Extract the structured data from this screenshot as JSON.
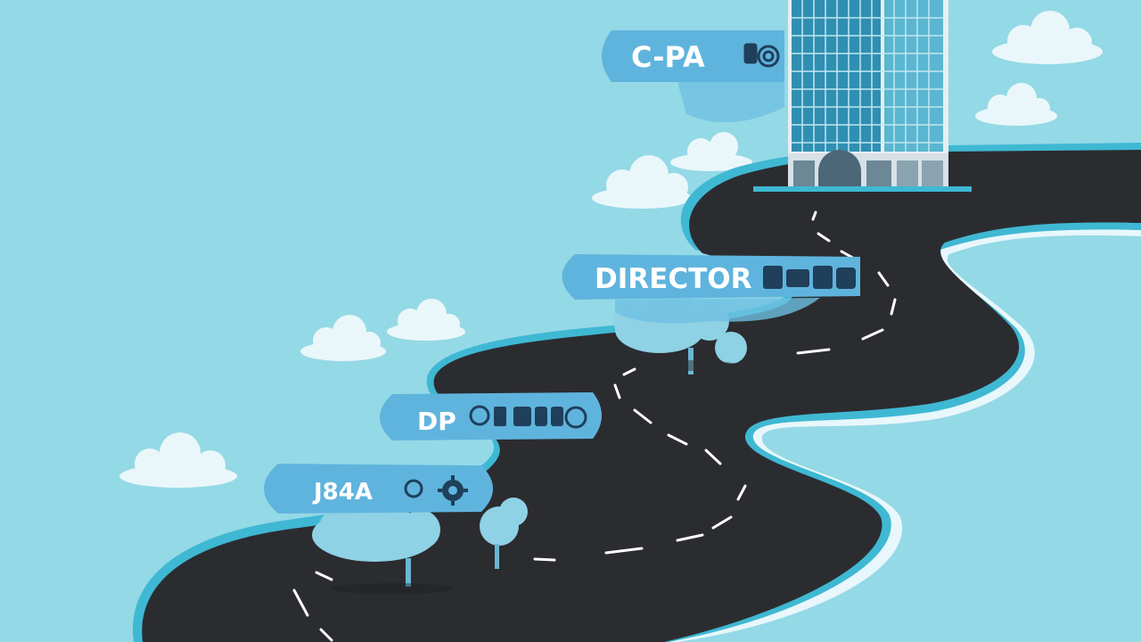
{
  "colors": {
    "sky": "#94d9e6",
    "road": "#2b2c30",
    "road_edge": "#3fb8d3",
    "road_shadow": "#e8f7fb",
    "cloud": "#eaf7fa",
    "sign": "#5fb4dd",
    "sign_dark": "#3f9ccd",
    "tree": "#8fd1e5",
    "building_glass": "#2f8fb2",
    "building_frame": "#e9eef2",
    "dash": "#ffffff"
  },
  "milestones": [
    {
      "id": "cpa",
      "label": "C-PA",
      "icon": "target-icon"
    },
    {
      "id": "director",
      "label": "DIRECTOR",
      "icon": "badge-icons"
    },
    {
      "id": "vp",
      "label": "DP",
      "icon": "badge-icons"
    },
    {
      "id": "start",
      "label": "J84A",
      "icon": "gear-icon"
    }
  ]
}
